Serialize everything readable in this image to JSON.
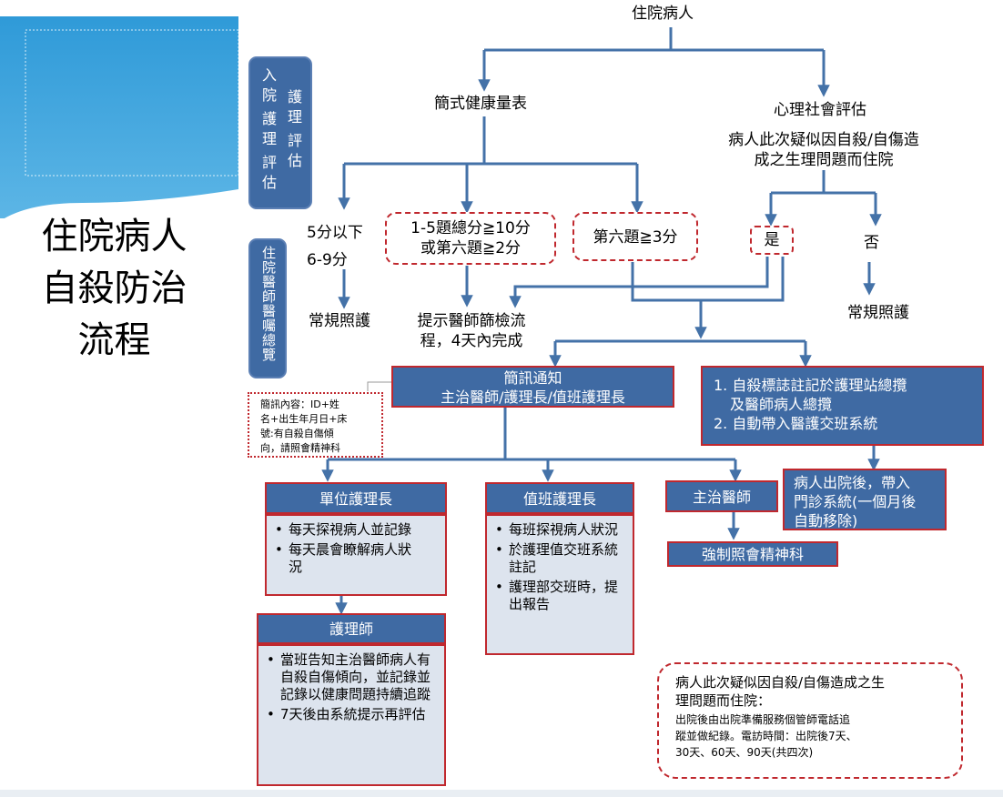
{
  "slide_title_lines": [
    "住院病人",
    "自殺防治",
    "流程"
  ],
  "side_labels": {
    "nursing_assessment": [
      "入院",
      "護理",
      "評估"
    ],
    "nursing_assessment_col2": [
      "護理",
      "評估"
    ],
    "physician_orders": "住院醫師醫囑總覽"
  },
  "nodes": {
    "inpatient": "住院病人",
    "health_scale": "簡式健康量表",
    "psychosocial": "心理社會評估",
    "suspect_question": [
      "病人此次疑似因自殺/自傷造",
      "成之生理問題而住院"
    ],
    "score_low": [
      "5分以下",
      "6-9分"
    ],
    "score_high": [
      "1-5題總分≧10分",
      "或第六題≧2分"
    ],
    "q6": "第六題≧3分",
    "yes": "是",
    "no": "否",
    "routine_care_left": "常規照護",
    "routine_care_right": "常規照護",
    "prompt_screening": [
      "提示醫師篩檢流",
      "程，4天內完成"
    ],
    "notify": [
      "簡訊通知",
      "主治醫師/護理長/值班護理長"
    ],
    "marking": [
      "1. 自殺標誌註記於護理站總攬",
      "及醫師病人總攬",
      "2. 自動帶入醫護交班系統"
    ],
    "sms_note": [
      "簡訊內容：ID+姓",
      "名+出生年月日+床",
      "號:有自殺自傷傾",
      "向，請照會精神科"
    ],
    "discharge": [
      "病人出院後，帶入",
      "門診系統(一個月後",
      "自動移除)"
    ],
    "head_nurse_title": "單位護理長",
    "head_nurse_items": [
      "每天探視病人並記錄",
      "每天晨會瞭解病人狀況"
    ],
    "duty_head_title": "值班護理長",
    "duty_head_items": [
      "每班探視病人狀況",
      "於護理值交班系統註記",
      "護理部交班時，提出報告"
    ],
    "attending_title": "主治醫師",
    "psych_consult": "強制照會精神科",
    "nurse_title": "護理師",
    "nurse_items": [
      "當班告知主治醫師病人有自殺自傷傾向，並記錄並記錄以健康問題持續追蹤",
      "7天後由系統提示再評估"
    ],
    "followup_title": [
      "病人此次疑似因自殺/自傷造成之生",
      "理問題而住院："
    ],
    "followup_body": [
      "出院後由出院準備服務個管師電話追",
      "蹤並做紀錄。電訪時間：出院後7天、",
      "30天、60天、90天(共四次)"
    ]
  },
  "colors": {
    "arrow": "#4472a8",
    "box_fill": "#3f6aa3",
    "box_border": "#c0282e",
    "body_fill": "#dde4ee",
    "header_teal": "#3aa3de"
  }
}
